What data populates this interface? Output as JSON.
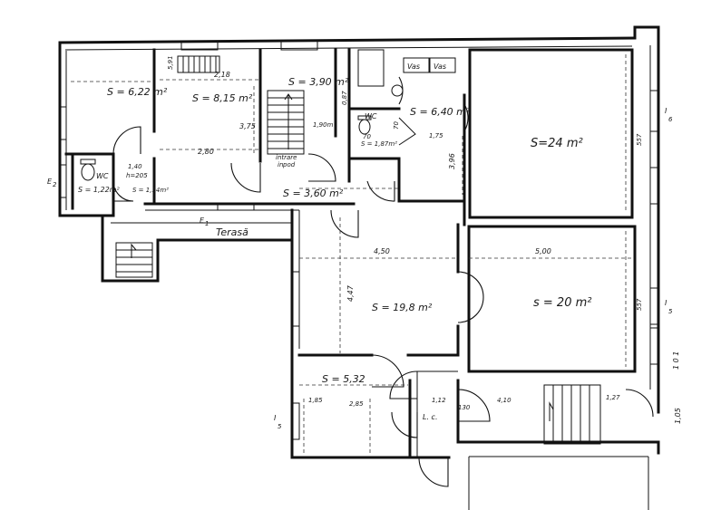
{
  "rooms": [
    {
      "id": "r1",
      "label": "S = 6,22 m²"
    },
    {
      "id": "r2",
      "label": "S = 8,15 m²"
    },
    {
      "id": "r3",
      "label": "S = 3,90 m²"
    },
    {
      "id": "r4",
      "label": "S = 6,40 m²"
    },
    {
      "id": "r5",
      "label": "S=24 m²"
    },
    {
      "id": "r6",
      "label": "S = 1,22m²"
    },
    {
      "id": "r7",
      "label": "S = 1,14m²"
    },
    {
      "id": "r8",
      "label": "S = 3,60 m²"
    },
    {
      "id": "r9",
      "label": "S = 1,87m²"
    },
    {
      "id": "r10",
      "label": "S = 19,8  m²"
    },
    {
      "id": "r11",
      "label": "s = 20 m²"
    },
    {
      "id": "r12",
      "label": "S = 5,32"
    }
  ],
  "labels": {
    "wc_left": "WC",
    "wc_right": "WC",
    "terrace": "Terasă",
    "attic_entry_1": "intrare",
    "attic_entry_2": "in",
    "attic_entry_3": "pod",
    "lc": "L. c.",
    "vas1": "Vas",
    "vas2": "Vas",
    "h205": "h=205",
    "e1": "E",
    "e1_sub": "1",
    "e2": "E",
    "e2_sub": "2",
    "i6": "I",
    "i6_sub": "6",
    "i5a": "I",
    "i5a_sub": "5",
    "i5b": "I",
    "i5b_sub": "5"
  },
  "dimensions": {
    "d_218": "2,18",
    "d_591": "5,91",
    "d_375": "3,75",
    "d_280": "2,80",
    "d_087": "0,87",
    "d_190": "1,90m",
    "d_70a": "70",
    "d_70b": "70",
    "d_175": "1,75",
    "d_396": "3,96",
    "d_557a": "557",
    "d_557b": "557",
    "d_140": "1,40",
    "d_450": "4,50",
    "d_500": "5,00",
    "d_447": "4,47",
    "d_101": "1 0 1",
    "d_185": "1,85",
    "d_285": "2,85",
    "d_112": "1,12",
    "d_130": "130",
    "d_410": "4,10",
    "d_127": "1,27",
    "d_105": "1,05"
  }
}
